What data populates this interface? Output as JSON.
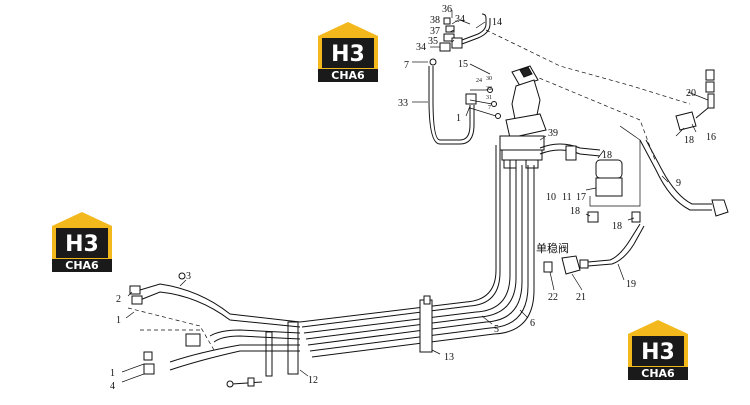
{
  "logo": {
    "mark": "H3",
    "brand": "CHA6",
    "colors": {
      "accent": "#f2b81c",
      "frame": "#1a1a1a",
      "white": "#ffffff"
    }
  },
  "chinese_label": "单稳阀",
  "labels": {
    "l36": "36",
    "l38": "38",
    "l37": "37",
    "l35": "35",
    "l34a": "34",
    "l34b": "34",
    "l14": "14",
    "l7": "7",
    "l15": "15",
    "l24": "24",
    "l30": "30",
    "l32": "32",
    "l31": "31",
    "l7b": "7",
    "l33": "33",
    "l1a": "1",
    "l39": "39",
    "l20": "20",
    "l16": "16",
    "l18a": "18",
    "l18b": "18",
    "l18c": "18",
    "l18d": "18",
    "l10": "10",
    "l11": "11",
    "l17": "17",
    "l9": "9",
    "l22": "22",
    "l21": "21",
    "l19": "19",
    "l3": "3",
    "l2": "2",
    "l1b": "1",
    "l1c": "1",
    "l4": "4",
    "l5": "5",
    "l6": "6",
    "l13": "13",
    "l12": "12"
  }
}
